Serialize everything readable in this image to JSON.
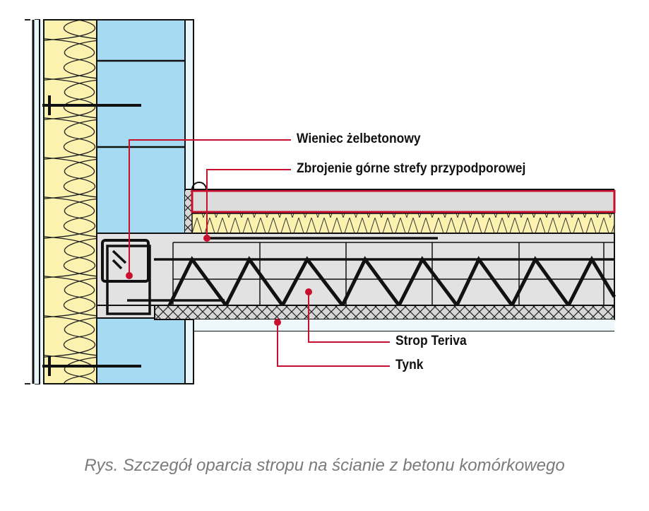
{
  "labels": {
    "ring_beam": "Wieniec żelbetonowy",
    "top_reinforcement": "Zbrojenie górne strefy przypodporowej",
    "floor": "Strop Teriva",
    "plaster": "Tynk"
  },
  "caption": "Rys. Szczegół oparcia stropu na ścianie z betonu komórkowego",
  "colors": {
    "insulation": "#fcf2b0",
    "block": "#a6daf2",
    "concrete": "#dedede",
    "leader": "#c8102e"
  }
}
